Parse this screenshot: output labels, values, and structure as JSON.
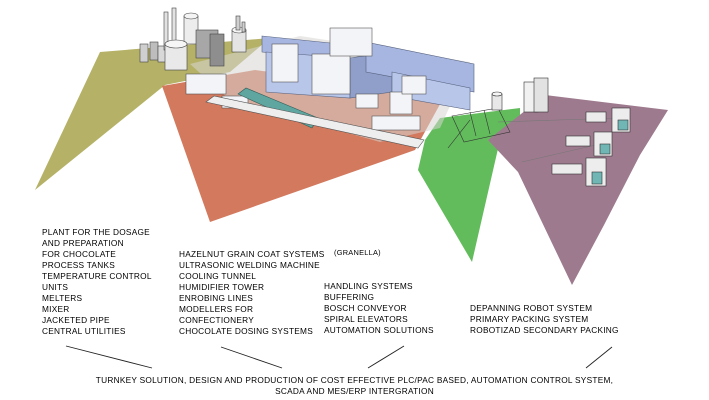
{
  "colors": {
    "zone_olive": "#b5b268",
    "zone_orange": "#d2795e",
    "zone_green": "#62bc5c",
    "zone_mauve": "#9e7a8e",
    "building_blue": "#a6b6e0",
    "building_white": "#f3f4f7",
    "conveyor_teal": "#5fa6a0"
  },
  "groups": {
    "chocolate": [
      "PLANT FOR THE DOSAGE",
      "AND PREPARATION",
      "FOR CHOCOLATE",
      "PROCESS TANKS",
      "TEMPERATURE CONTROL",
      "UNITS",
      "MELTERS",
      "MIXER",
      "JACKETED PIPE",
      "CENTRAL UTILITIES"
    ],
    "confectionery": [
      "HAZELNUT GRAIN COAT SYSTEMS",
      "ULTRASONIC WELDING MACHINE",
      "COOLING TUNNEL",
      "HUMIDIFIER TOWER",
      "ENROBING LINES",
      "MODELLERS FOR",
      "CONFECTIONERY",
      "CHOCOLATE DOSING SYSTEMS"
    ],
    "confectionery_note": "(GRANELLA)",
    "handling": [
      "HANDLING SYSTEMS",
      "BUFFERING",
      "BOSCH CONVEYOR",
      "SPIRAL ELEVATORS",
      "AUTOMATION SOLUTIONS"
    ],
    "packing": [
      "DEPANNING ROBOT SYSTEM",
      "PRIMARY PACKING SYSTEM",
      "ROBOTIZAD SECONDARY PACKING"
    ]
  },
  "footer": {
    "line1": "TURNKEY SOLUTION, DESIGN AND PRODUCTION OF COST EFFECTIVE PLC/PAC BASED, AUTOMATION CONTROL SYSTEM,",
    "line2": "SCADA AND MES/ERP INTERGRATION"
  }
}
